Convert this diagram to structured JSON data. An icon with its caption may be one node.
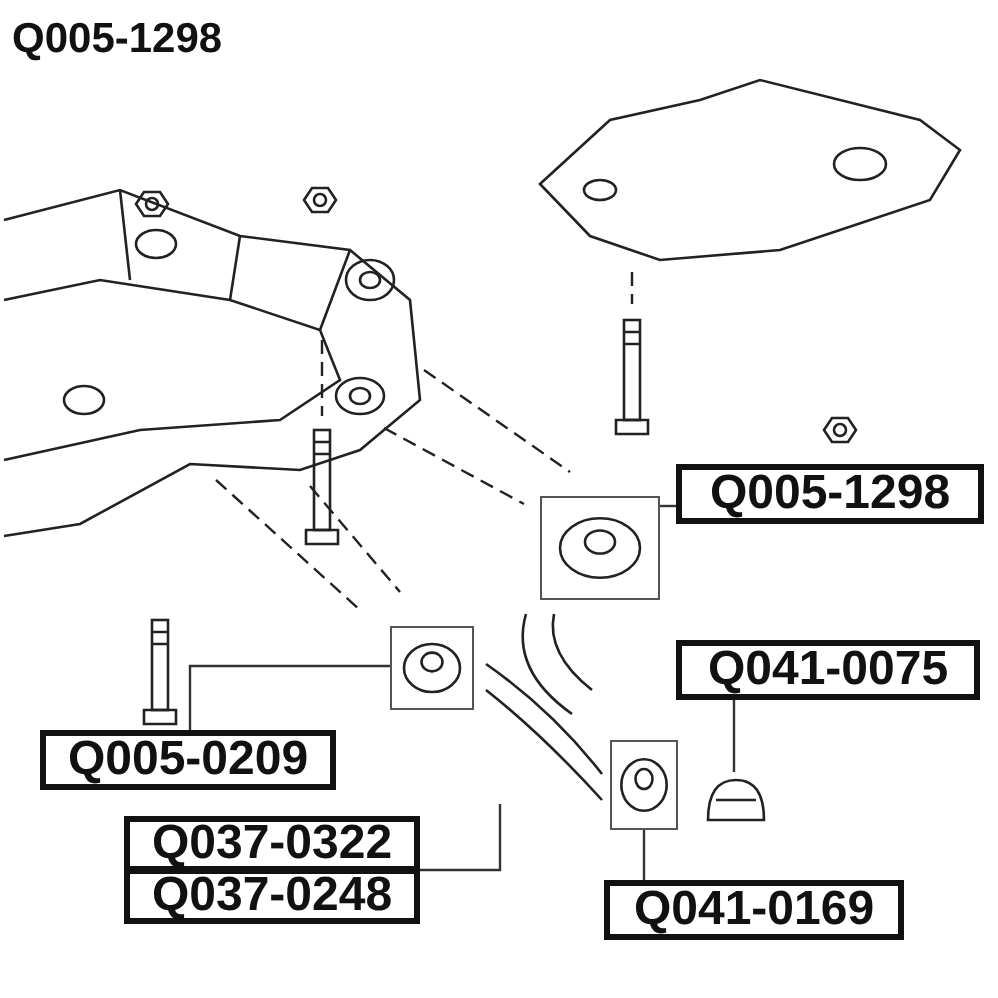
{
  "diagram": {
    "title": "Q005-1298",
    "nodes": [
      {
        "text": [
          "Q005-1298"
        ]
      },
      {
        "text": [
          "Q041-0075"
        ]
      },
      {
        "text": [
          "Q005-0209"
        ]
      },
      {
        "text": [
          "Q037-0322"
        ]
      },
      {
        "text": [
          "Q037-0248"
        ]
      },
      {
        "text": [
          "Q041-0169"
        ]
      },
      {
        "text": [],
        "shape": "box"
      },
      {
        "text": [],
        "shape": "box"
      },
      {
        "text": [],
        "shape": "box"
      },
      {
        "text": [],
        "shape": "picture"
      },
      {
        "text": [],
        "shape": "picture"
      }
    ],
    "edges": [
      {
        "from": 0,
        "to": 6,
        "arrow": "none"
      },
      {
        "from": 1,
        "to": 10,
        "arrow": "none"
      },
      {
        "from": 2,
        "to": 7,
        "arrow": "none"
      },
      {
        "from": 3,
        "to": 9,
        "arrow": "none"
      },
      {
        "from": 4,
        "to": 9,
        "arrow": "none"
      },
      {
        "from": 5,
        "to": 8,
        "arrow": "none"
      }
    ]
  }
}
